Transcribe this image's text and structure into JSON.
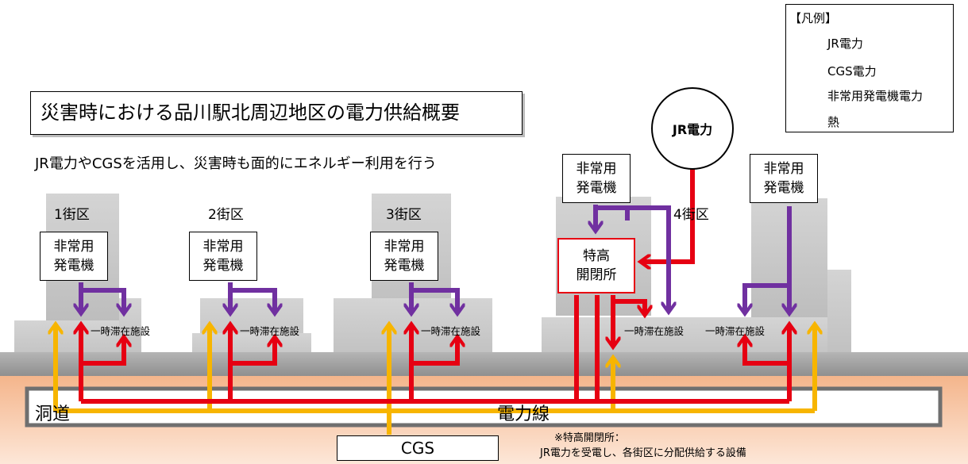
{
  "title": "災害時における品川駅北周辺地区の電力供給概要",
  "subtitle": "JR電力やCGSを活用し、災害時も面的にエネルギー利用を行う",
  "legend": {
    "title": "【凡例】",
    "items": [
      {
        "label": "JR電力",
        "color": "#e60012"
      },
      {
        "label": "CGS電力",
        "color": "#f7b500"
      },
      {
        "label": "非常用発電機電力",
        "color": "#7030a0"
      },
      {
        "label": "熱",
        "color": "#0070c0"
      }
    ]
  },
  "jr_source": "JR電力",
  "districts": {
    "d1": "1街区",
    "d2": "2街区",
    "d3": "3街区",
    "d4": "4街区"
  },
  "generator_lines": [
    "非常用",
    "発電機"
  ],
  "substation_lines": [
    "特高",
    "開閉所"
  ],
  "facility": "一時滞在施設",
  "tunnel": "洞道",
  "power_line": "電力線",
  "cgs": "CGS",
  "note": {
    "line1": "※特高開閉所：",
    "line2": "JR電力を受電し、各街区に分配供給する設備"
  },
  "colors": {
    "jr": "#e60012",
    "cgs": "#f7b500",
    "generator": "#7030a0",
    "heat": "#0070c0",
    "ground": "#f7c7a4",
    "building": "#c8c8c8"
  }
}
